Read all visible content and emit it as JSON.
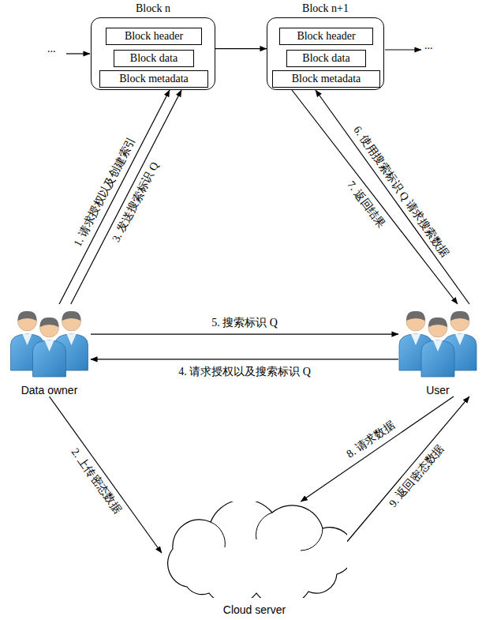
{
  "diagram": {
    "nodes": [
      {
        "text": [
          "Block n"
        ]
      },
      {
        "text": [
          "Block header"
        ],
        "in": 0
      },
      {
        "text": [
          "Block data"
        ],
        "in": 0
      },
      {
        "text": [
          "Block metadata"
        ],
        "in": 0
      },
      {
        "text": [
          "Block n+1"
        ]
      },
      {
        "text": [
          "Block header"
        ],
        "in": 4
      },
      {
        "text": [
          "Block data"
        ],
        "in": 4
      },
      {
        "text": [
          "Block metadata"
        ],
        "in": 4
      },
      {
        "text": [
          "Data owner"
        ]
      },
      {
        "text": [
          "User"
        ]
      },
      {
        "text": [
          "Cloud server"
        ]
      }
    ],
    "edges": [
      {
        "from": 0,
        "to": 4,
        "arrow": "to"
      },
      {
        "from": 8,
        "to": 0,
        "label": "1. 请求授权以及创建索引",
        "arrow": "to"
      },
      {
        "from": 8,
        "to": 10,
        "label": "2. 上传密态数据",
        "arrow": "to"
      },
      {
        "from": 8,
        "to": 0,
        "label": "3. 发送搜索标识 Q",
        "arrow": "to"
      },
      {
        "from": 9,
        "to": 8,
        "label": "4. 请求授权以及搜索标识 Q",
        "arrow": "to"
      },
      {
        "from": 8,
        "to": 9,
        "label": "5. 搜索标识 Q",
        "arrow": "to"
      },
      {
        "from": 9,
        "to": 4,
        "label": "6. 使用搜索标识 Q 请求搜索数据",
        "arrow": "to"
      },
      {
        "from": 4,
        "to": 9,
        "label": "7. 返回结果",
        "arrow": "to"
      },
      {
        "from": 9,
        "to": 10,
        "label": "8. 请求数据",
        "arrow": "to"
      },
      {
        "from": 10,
        "to": 9,
        "label": "9. 返回密态数据",
        "arrow": "to"
      }
    ],
    "labels": [
      "...",
      "..."
    ]
  }
}
